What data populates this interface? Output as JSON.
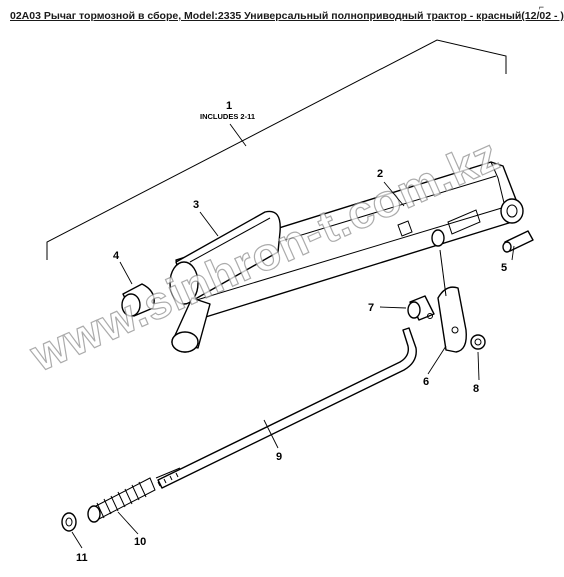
{
  "title": "02A03 Рычаг тормозной в сборе, Model:2335 Универсальный полноприводный трактор - красный(12/02 - )",
  "corner_mark": "⌐",
  "watermark": "www.sinhron-t.com.kz",
  "callouts": {
    "p1": "1",
    "p1_note": "INCLUDES 2-11",
    "p2": "2",
    "p3": "3",
    "p4": "4",
    "p5": "5",
    "p6": "6",
    "p7": "7",
    "p8": "8",
    "p9": "9",
    "p10": "10",
    "p11": "11"
  }
}
